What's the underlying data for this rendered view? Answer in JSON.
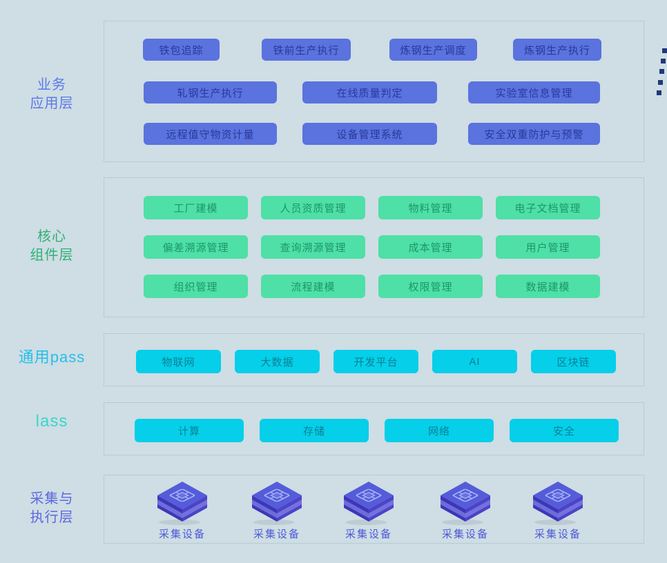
{
  "colors": {
    "background": "#cfdde4",
    "section_border": "#b6cbd6",
    "business_button": "#5a73de",
    "business_button_text": "#28399b",
    "core_button": "#4ee0a6",
    "core_button_text": "#1d9668",
    "paas_button": "#05cfe9",
    "paas_button_text": "#0a8095",
    "business_label": "#5b79e8",
    "core_label": "#2fb176",
    "paas_label": "#25bfe8",
    "iaas_label": "#38d8cc",
    "collection_label": "#5c68e0",
    "device_cube": "#4c43c9",
    "device_label": "#4d5ad8",
    "decor_squares": "#1d3a78"
  },
  "layers": [
    {
      "id": "business",
      "label_lines": [
        "业务",
        "应用层"
      ],
      "rows": [
        [
          "铁包追踪",
          "铁前生产执行",
          "炼钢生产调度",
          "炼钢生产执行"
        ],
        [
          "轧钢生产执行",
          "在线质量判定",
          "实验室信息管理"
        ],
        [
          "远程值守物资计量",
          "设备管理系统",
          "安全双重防护与预警"
        ]
      ]
    },
    {
      "id": "core",
      "label_lines": [
        "核心",
        "组件层"
      ],
      "rows": [
        [
          "工厂建模",
          "人员资质管理",
          "物料管理",
          "电子文档管理"
        ],
        [
          "偏差溯源管理",
          "查询溯源管理",
          "成本管理",
          "用户管理"
        ],
        [
          "组织管理",
          "流程建模",
          "权限管理",
          "数据建模"
        ]
      ]
    },
    {
      "id": "paas",
      "label_lines": [
        "通用pass"
      ],
      "rows": [
        [
          "物联网",
          "大数据",
          "开发平台",
          "AI",
          "区块链"
        ]
      ]
    },
    {
      "id": "iaas",
      "label_lines": [
        "lass"
      ],
      "rows": [
        [
          "计算",
          "存储",
          "网络",
          "安全"
        ]
      ]
    },
    {
      "id": "collection",
      "label_lines": [
        "采集与",
        "执行层"
      ],
      "devices": [
        "采集设备",
        "采集设备",
        "采集设备",
        "采集设备",
        "采集设备"
      ]
    }
  ]
}
